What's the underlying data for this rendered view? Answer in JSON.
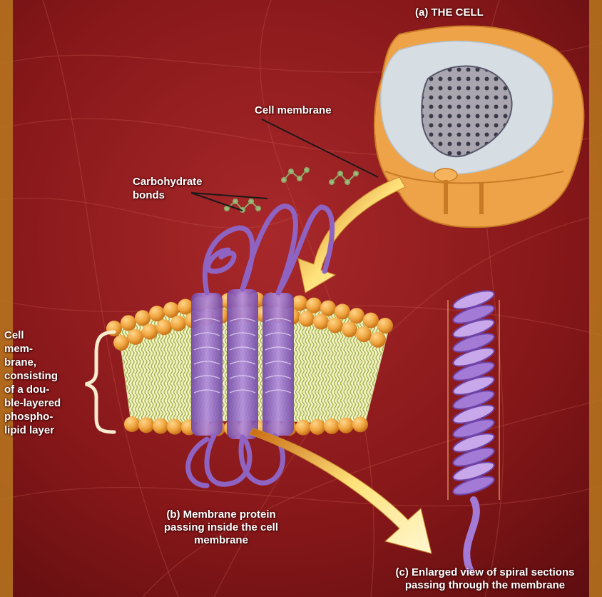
{
  "labels": {
    "the_cell": "(a) THE CELL",
    "cell_membrane": "Cell membrane",
    "carbohydrate_bonds": "Carbohydrate\nbonds",
    "cell_membrane_consisting": "Cell\nmem-\nbrane,\nconsisting\nof a dou-\nble-layered\nphospho-\nlipid layer",
    "membrane_protein": "(b) Membrane protein\npassing inside the cell\nmembrane",
    "enlarged_view": "(c) Enlarged view of spiral sections\npassing through the membrane"
  },
  "colors": {
    "background": "#8a1a1c",
    "frame": "#b9781e",
    "head": "#f0a640",
    "tail": "#f4f1c6",
    "protein": "#8f63c2",
    "protein_light": "#c8a8ea",
    "cell_orange": "#eea349",
    "cytoplasm": "#d7dee3",
    "arrow": "#ffe27a",
    "leader": "#1a1a1a"
  }
}
